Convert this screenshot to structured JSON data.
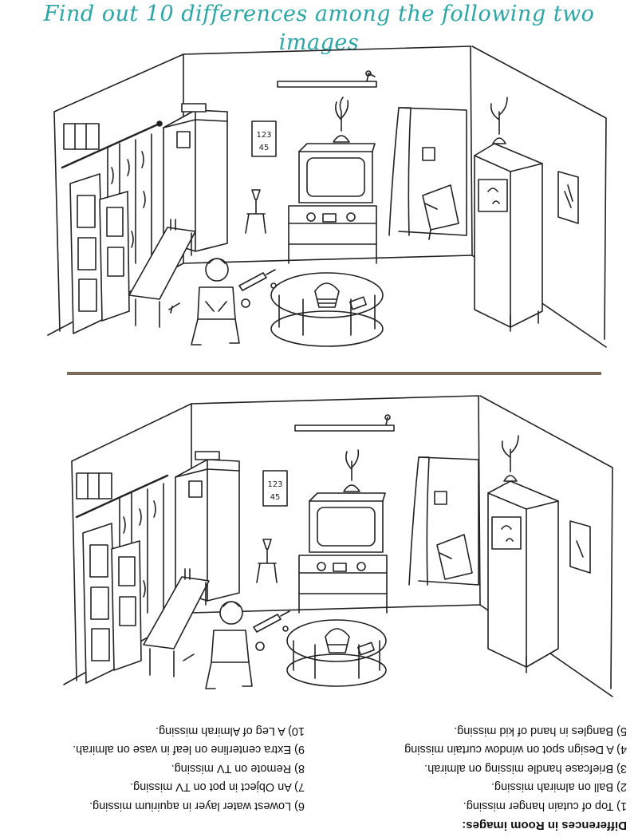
{
  "title": "Find out 10 differences among the following two images",
  "answers": {
    "heading": "Differences in Room images:",
    "left": [
      "1) Top of cutain hanger missing.",
      "2) Ball on almirah missing.",
      "3) Briefcase handle missing on almirah.",
      "4) A Design spot on window curtain missing",
      "5) Bangles in hand of kid missing."
    ],
    "right": [
      "6) Lowest water layer in aquirium missing.",
      "7) An Object in pot on TV missing.",
      "8) Remote on TV missing.",
      "9) Extra centerline on leaf in vase on almirah.",
      "10) A Leg of Almirah missing."
    ]
  },
  "calendar": {
    "line1": "123",
    "line2": "45"
  },
  "colors": {
    "title": "#2aa6a6",
    "divider": "#7a6a58",
    "ink": "#222222"
  }
}
